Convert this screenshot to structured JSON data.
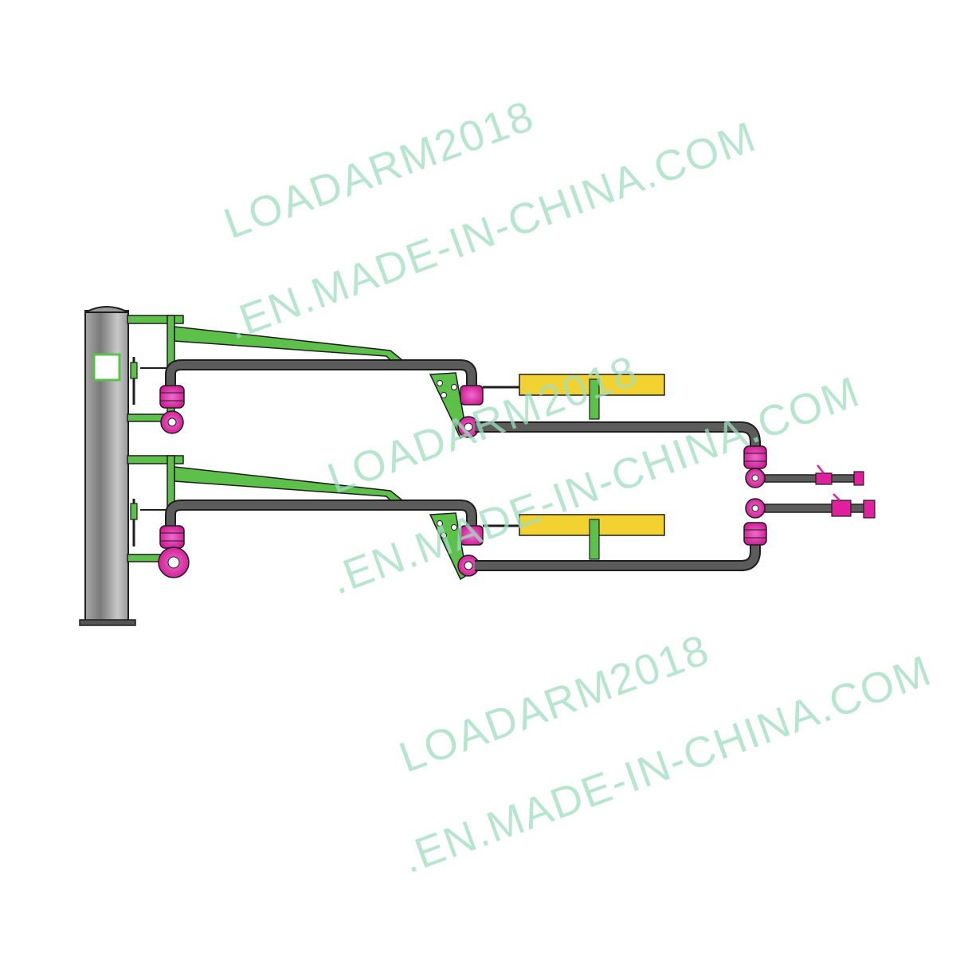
{
  "watermarks": [
    {
      "line1": "LOADARM2018",
      "line2": ".EN.MADE-IN-CHINA.COM"
    },
    {
      "line1": "LOADARM2018",
      "line2": ".EN.MADE-IN-CHINA.COM"
    },
    {
      "line1": "LOADARM2018",
      "line2": ".EN.MADE-IN-CHINA.COM"
    }
  ],
  "colors": {
    "background": "#ffffff",
    "riser": "#8a8a8a",
    "pipe": "#5c5c5c",
    "frame": "#5dc04a",
    "swivel_joint": "#e0209e",
    "cylinder": "#f2d230",
    "watermark": "#9fdcc0",
    "outline": "#1e1e1e"
  }
}
